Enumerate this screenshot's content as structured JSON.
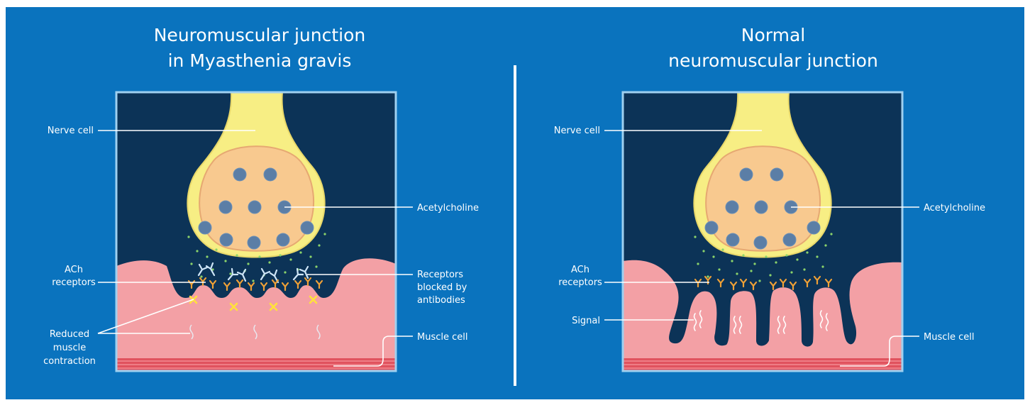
{
  "panels": {
    "left": {
      "title_line1": "Neuromuscular junction",
      "title_line2": "in Myasthenia gravis",
      "labels": {
        "nerve_cell": "Nerve cell",
        "acetylcholine": "Acetylcholine",
        "ach_receptors_line1": "ACh",
        "ach_receptors_line2": "receptors",
        "blocked_line1": "Receptors",
        "blocked_line2": "blocked by",
        "blocked_line3": "antibodies",
        "reduced_line1": "Reduced",
        "reduced_line2": "muscle",
        "reduced_line3": "contraction",
        "muscle_cell": "Muscle cell"
      }
    },
    "right": {
      "title_line1": "Normal",
      "title_line2": "neuromuscular junction",
      "labels": {
        "nerve_cell": "Nerve cell",
        "acetylcholine": "Acetylcholine",
        "ach_receptors_line1": "ACh",
        "ach_receptors_line2": "receptors",
        "signal": "Signal",
        "muscle_cell": "Muscle cell"
      }
    }
  },
  "colors": {
    "background": "#0a73be",
    "synapse": "#0c3357",
    "panel_border": "#9fd0f0",
    "nerve": "#f7ee84",
    "nerve_inner": "#f8c98f",
    "vesicle": "#5b7ea6",
    "muscle": "#f3a0a5",
    "muscle_band": "#e0525e",
    "receptor": "#f0a136",
    "antibody": "#cfe6f8",
    "dots": "#8bd36b",
    "block_mark": "#ffe23b"
  }
}
